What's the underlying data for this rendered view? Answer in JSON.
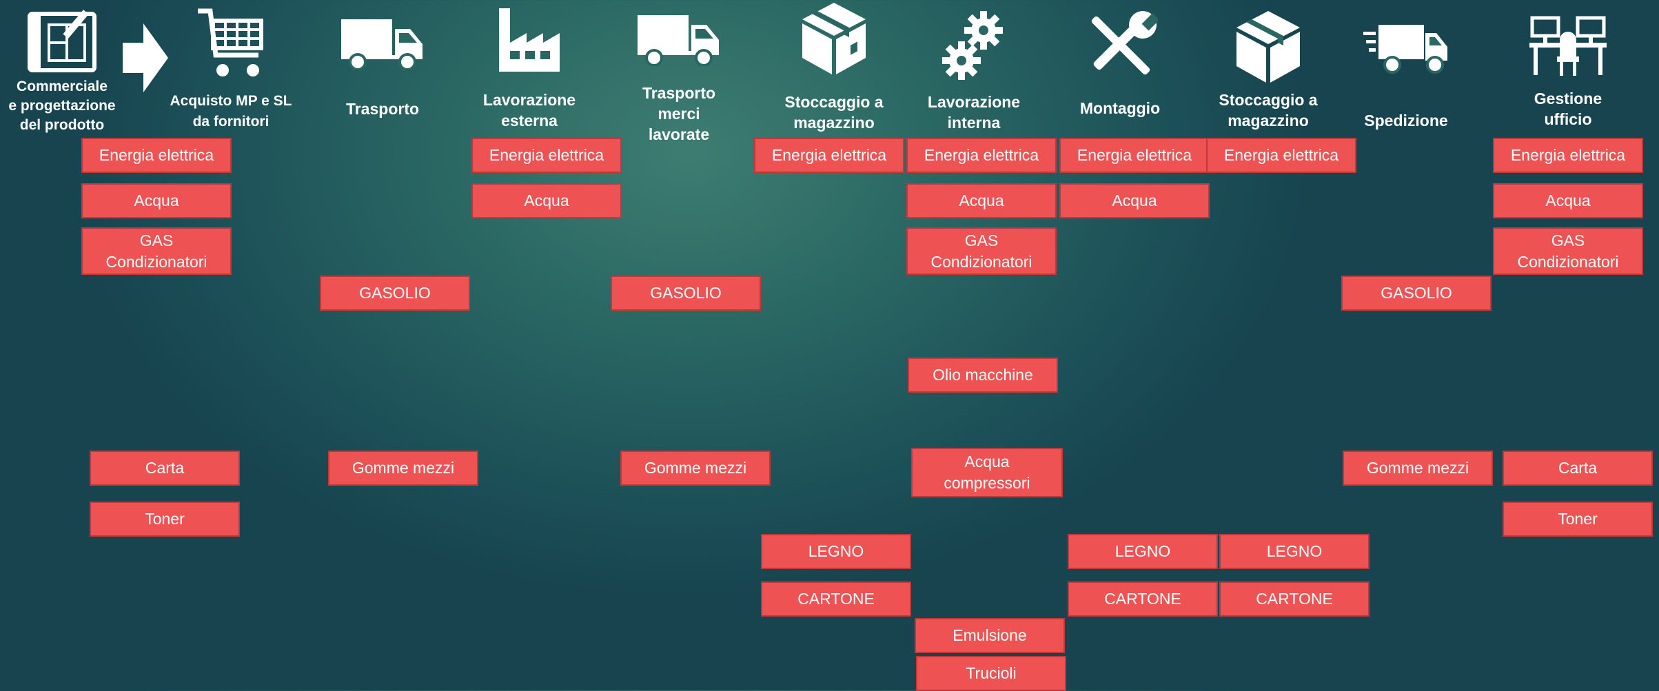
{
  "phases": [
    {
      "title": "Commerciale\ne progettazione\ndel prodotto",
      "icon": "blueprint-icon"
    },
    {
      "title": "Acquisto MP e SL\nda fornitori",
      "icon": "shopping-cart-icon"
    },
    {
      "title": "Trasporto",
      "icon": "truck-icon"
    },
    {
      "title": "Lavorazione\nesterna",
      "icon": "factory-icon"
    },
    {
      "title": "Trasporto\nmerci\nlavorate",
      "icon": "truck-icon"
    },
    {
      "title": "Stoccaggio  a\nmagazzino",
      "icon": "box-icon"
    },
    {
      "title": "Lavorazione\ninterna",
      "icon": "gears-icon"
    },
    {
      "title": "Montaggio",
      "icon": "tools-icon"
    },
    {
      "title": "Stoccaggio  a\nmagazzino",
      "icon": "box-icon"
    },
    {
      "title": "Spedizione",
      "icon": "fast-delivery-icon"
    },
    {
      "title": "Gestione\nufficio",
      "icon": "office-desk-icon"
    }
  ],
  "colors": {
    "box": "#ef5253",
    "box_border": "#b93b3d",
    "text": "#ffffff"
  },
  "boxes": [
    "Energia elettrica",
    "Acqua",
    "GAS\nCondizionatori",
    "Carta",
    "Toner",
    "GASOLIO",
    "Gomme mezzi",
    "Energia elettrica",
    "Acqua",
    "GASOLIO",
    "Gomme mezzi",
    "Energia elettrica",
    "LEGNO",
    "CARTONE",
    "Energia elettrica",
    "Acqua",
    "GAS\nCondizionatori",
    "Olio macchine",
    "Acqua\ncompressori",
    "Emulsione",
    "Trucioli",
    "Energia elettrica",
    "Acqua",
    "LEGNO",
    "CARTONE",
    "Energia elettrica",
    "LEGNO",
    "CARTONE",
    "GASOLIO",
    "Gomme mezzi",
    "Energia elettrica",
    "Acqua",
    "GAS\nCondizionatori",
    "Carta",
    "Toner"
  ]
}
